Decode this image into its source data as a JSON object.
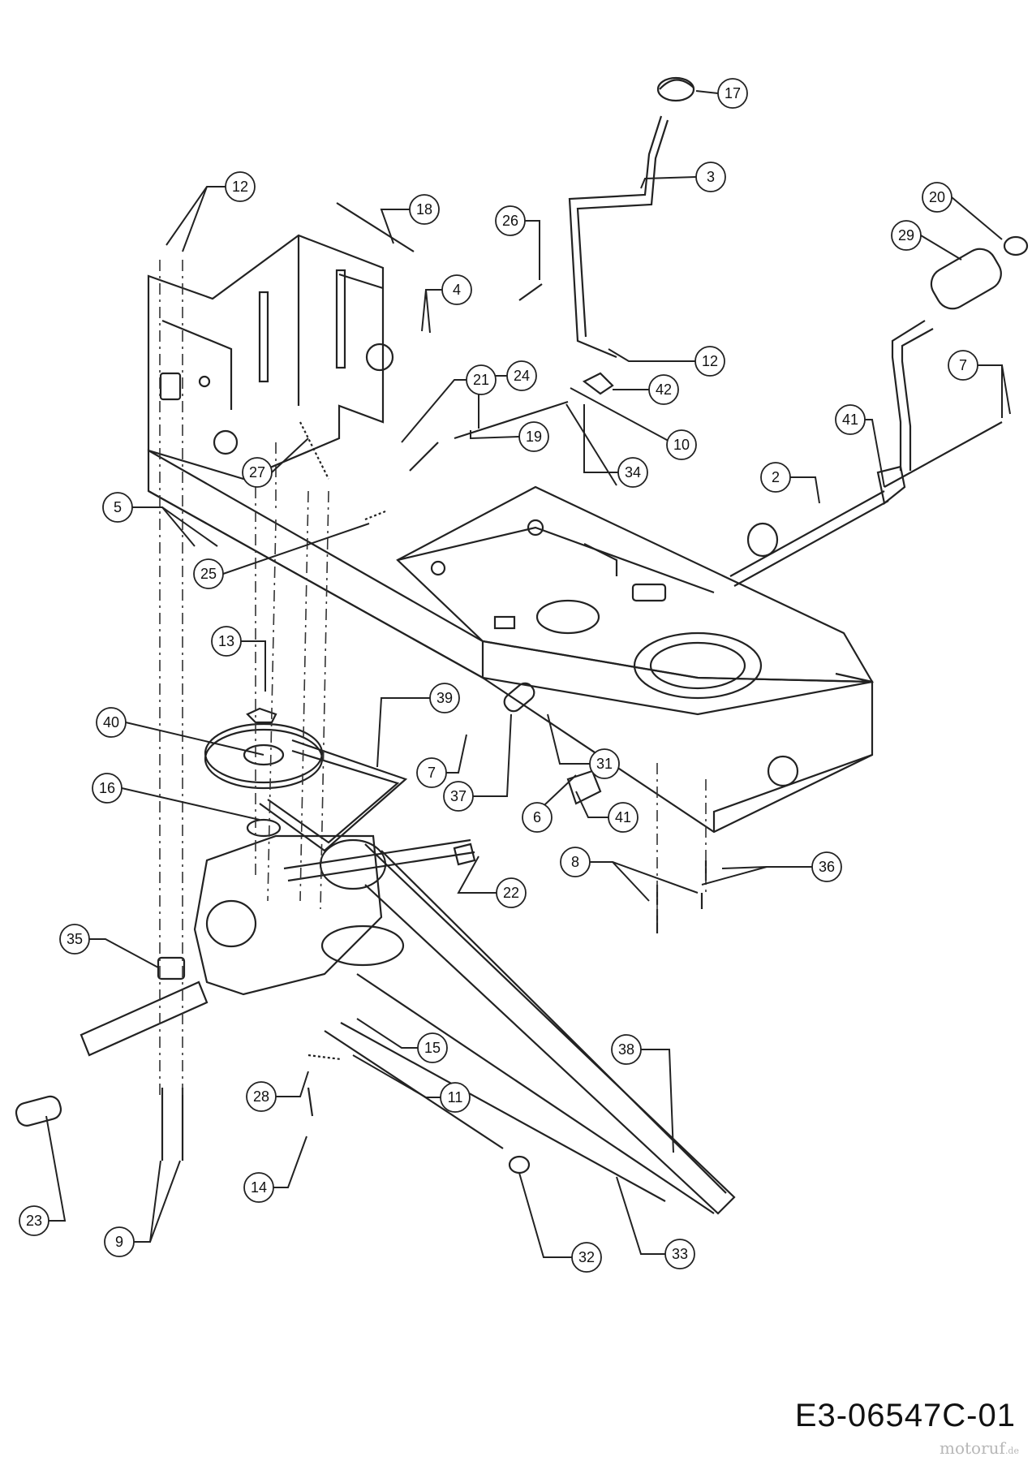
{
  "drawing_code": "E3-06547C-01",
  "watermark": {
    "name": "motoruf",
    "tld": ".de"
  },
  "callouts": [
    {
      "id": "c17",
      "label": "17"
    },
    {
      "id": "c3",
      "label": "3"
    },
    {
      "id": "c12a",
      "label": "12"
    },
    {
      "id": "c18",
      "label": "18"
    },
    {
      "id": "c26",
      "label": "26"
    },
    {
      "id": "c20",
      "label": "20"
    },
    {
      "id": "c29",
      "label": "29"
    },
    {
      "id": "c4",
      "label": "4"
    },
    {
      "id": "c12b",
      "label": "12"
    },
    {
      "id": "c7a",
      "label": "7"
    },
    {
      "id": "c21",
      "label": "21"
    },
    {
      "id": "c24",
      "label": "24"
    },
    {
      "id": "c42",
      "label": "42"
    },
    {
      "id": "c41a",
      "label": "41"
    },
    {
      "id": "c19",
      "label": "19"
    },
    {
      "id": "c10",
      "label": "10"
    },
    {
      "id": "c27",
      "label": "27"
    },
    {
      "id": "c34",
      "label": "34"
    },
    {
      "id": "c2",
      "label": "2"
    },
    {
      "id": "c5",
      "label": "5"
    },
    {
      "id": "c25",
      "label": "25"
    },
    {
      "id": "c13",
      "label": "13"
    },
    {
      "id": "c39",
      "label": "39"
    },
    {
      "id": "c40",
      "label": "40"
    },
    {
      "id": "c7b",
      "label": "7"
    },
    {
      "id": "c31",
      "label": "31"
    },
    {
      "id": "c37",
      "label": "37"
    },
    {
      "id": "c16",
      "label": "16"
    },
    {
      "id": "c6",
      "label": "6"
    },
    {
      "id": "c41b",
      "label": "41"
    },
    {
      "id": "c8",
      "label": "8"
    },
    {
      "id": "c36",
      "label": "36"
    },
    {
      "id": "c22",
      "label": "22"
    },
    {
      "id": "c35",
      "label": "35"
    },
    {
      "id": "c15",
      "label": "15"
    },
    {
      "id": "c38",
      "label": "38"
    },
    {
      "id": "c11",
      "label": "11"
    },
    {
      "id": "c28",
      "label": "28"
    },
    {
      "id": "c14",
      "label": "14"
    },
    {
      "id": "c23",
      "label": "23"
    },
    {
      "id": "c32",
      "label": "32"
    },
    {
      "id": "c33",
      "label": "33"
    },
    {
      "id": "c9",
      "label": "9"
    }
  ]
}
